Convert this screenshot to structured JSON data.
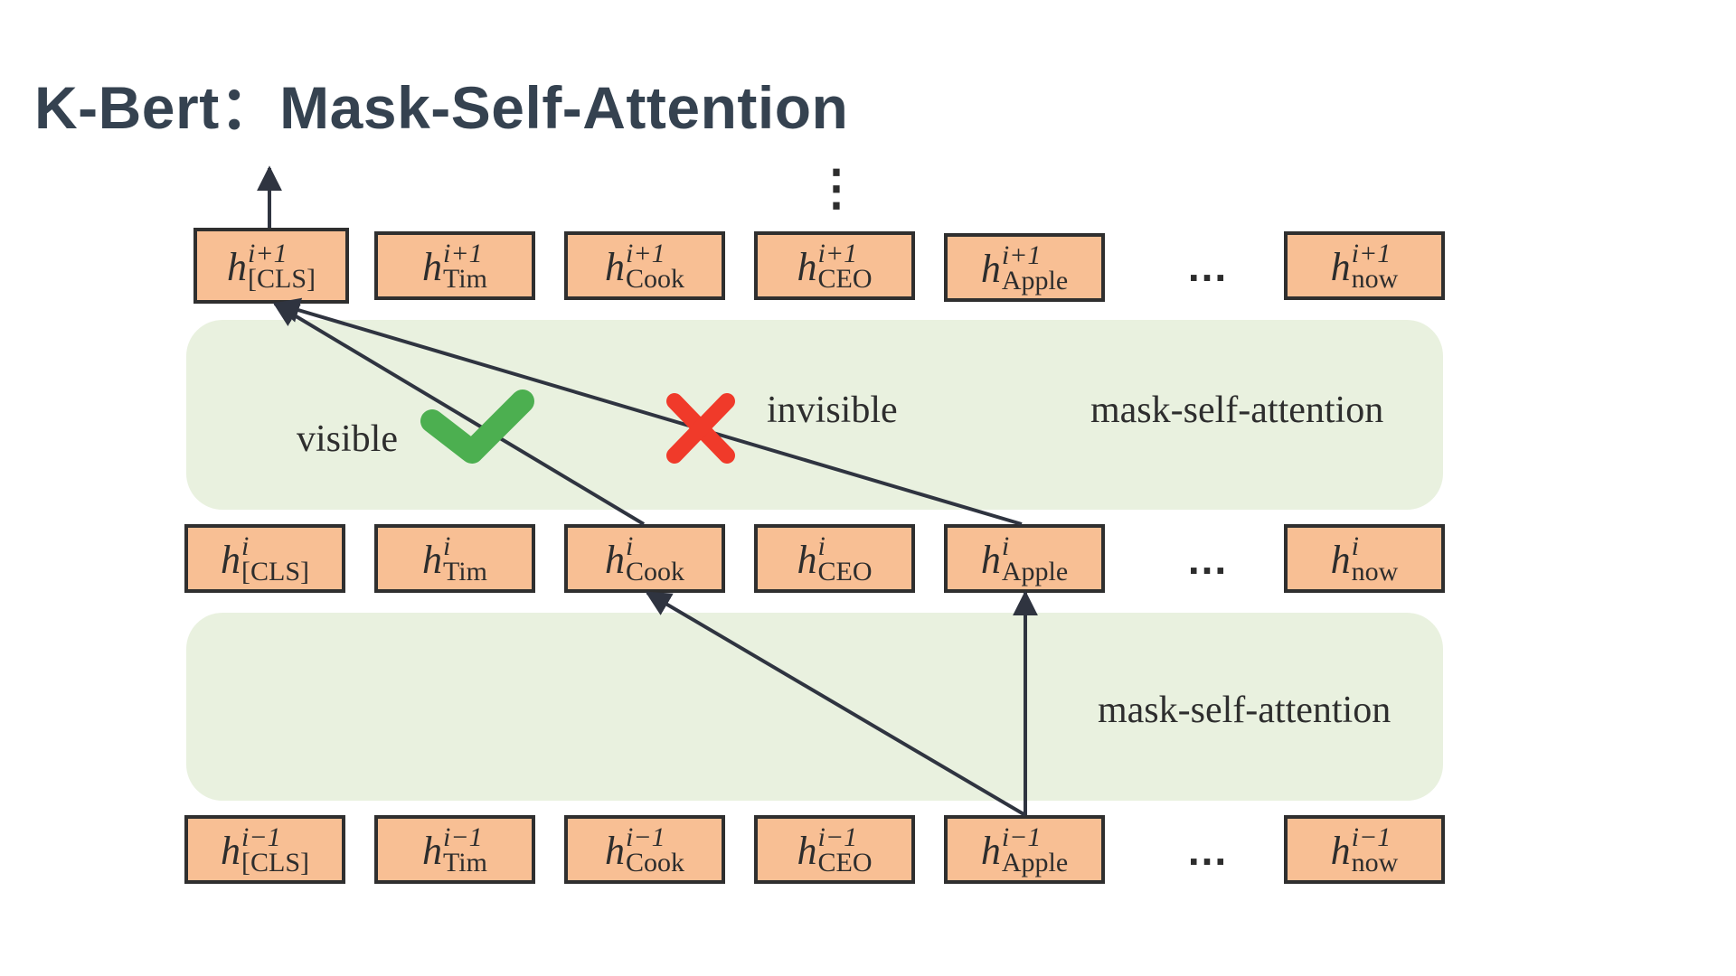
{
  "title": "K-Bert：Mask-Self-Attention",
  "top_ellipsis": "⋮",
  "ellipsis": "...",
  "symbol": "h",
  "layers": {
    "upper": {
      "superscript": "i+1",
      "tokens": [
        "[CLS]",
        "Tim",
        "Cook",
        "CEO",
        "Apple",
        "now"
      ]
    },
    "middle": {
      "superscript": "i",
      "tokens": [
        "[CLS]",
        "Tim",
        "Cook",
        "CEO",
        "Apple",
        "now"
      ]
    },
    "lower": {
      "superscript": "i−1",
      "tokens": [
        "[CLS]",
        "Tim",
        "Cook",
        "CEO",
        "Apple",
        "now"
      ]
    }
  },
  "bands": {
    "upper": {
      "label": "mask-self-attention",
      "visible_label": "visible",
      "invisible_label": "invisible"
    },
    "lower": {
      "label": "mask-self-attention"
    }
  },
  "icons": {
    "visible": "check-icon",
    "invisible": "cross-icon"
  },
  "colors": {
    "title": "#354250",
    "box_fill": "#f8bf94",
    "box_border": "#2f2f2f",
    "band_fill": "#e9f1df",
    "arrow": "#2f3440",
    "check": "#4caf50",
    "cross": "#f03a2a"
  }
}
